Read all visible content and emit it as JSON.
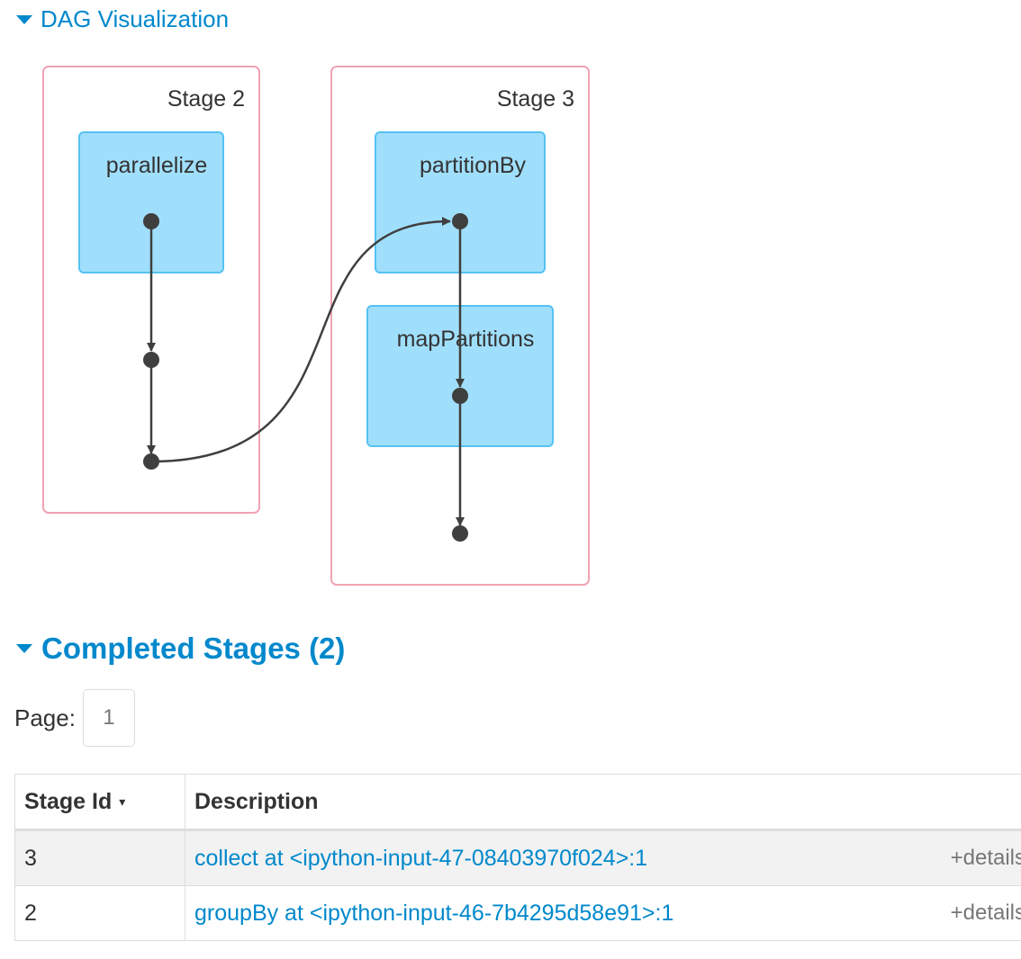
{
  "dag_section": {
    "title": "DAG Visualization"
  },
  "dag": {
    "stages": [
      {
        "label": "Stage 2",
        "operations": [
          "parallelize"
        ]
      },
      {
        "label": "Stage 3",
        "operations": [
          "partitionBy",
          "mapPartitions"
        ]
      }
    ]
  },
  "completed_section": {
    "title": "Completed Stages (2)"
  },
  "pagination": {
    "label": "Page:",
    "current": "1"
  },
  "table": {
    "headers": {
      "stage_id": "Stage Id",
      "sort_indicator": "▾",
      "description": "Description"
    },
    "rows": [
      {
        "stage_id": "3",
        "description": "collect at <ipython-input-47-08403970f024>:1",
        "details": "+details"
      },
      {
        "stage_id": "2",
        "description": "groupBy at <ipython-input-46-7b4295d58e91>:1",
        "details": "+details"
      }
    ]
  },
  "colors": {
    "link": "#0088cc",
    "stage_border": "#f0a3b3",
    "operation_fill": "#a0dffc",
    "operation_border": "#55c2f2",
    "node": "#3f3f3f"
  }
}
